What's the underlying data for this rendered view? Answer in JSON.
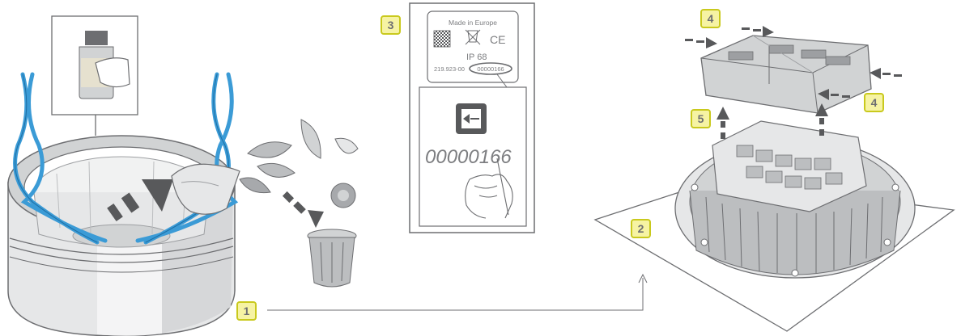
{
  "steps": {
    "step1": "1",
    "step2": "2",
    "step3": "3",
    "step4a": "4",
    "step4b": "4",
    "step5": "5"
  },
  "label_card": {
    "made_in": "Made in Europe",
    "ce_mark": "CE",
    "ip_rating": "IP 68",
    "article_number": "219.923-00",
    "serial_number": "00000166"
  },
  "note_card": {
    "handwritten_serial": "00000166"
  },
  "colors": {
    "badge_fill": "#f6f3a3",
    "badge_stroke": "#c9c91d",
    "cable_blue": "#3b9bd6",
    "line_gray": "#6d6e71",
    "fill_light": "#e6e7e8",
    "fill_mid": "#bcbec0",
    "fill_dark": "#58595b"
  },
  "icons": [
    "cleaning-bottle-icon",
    "cloth-icon",
    "leaf-icon",
    "trash-bin-icon",
    "ce-mark-icon",
    "crossed-bin-icon",
    "qr-code-icon",
    "sensor-symbol-icon",
    "hand-writing-icon"
  ]
}
